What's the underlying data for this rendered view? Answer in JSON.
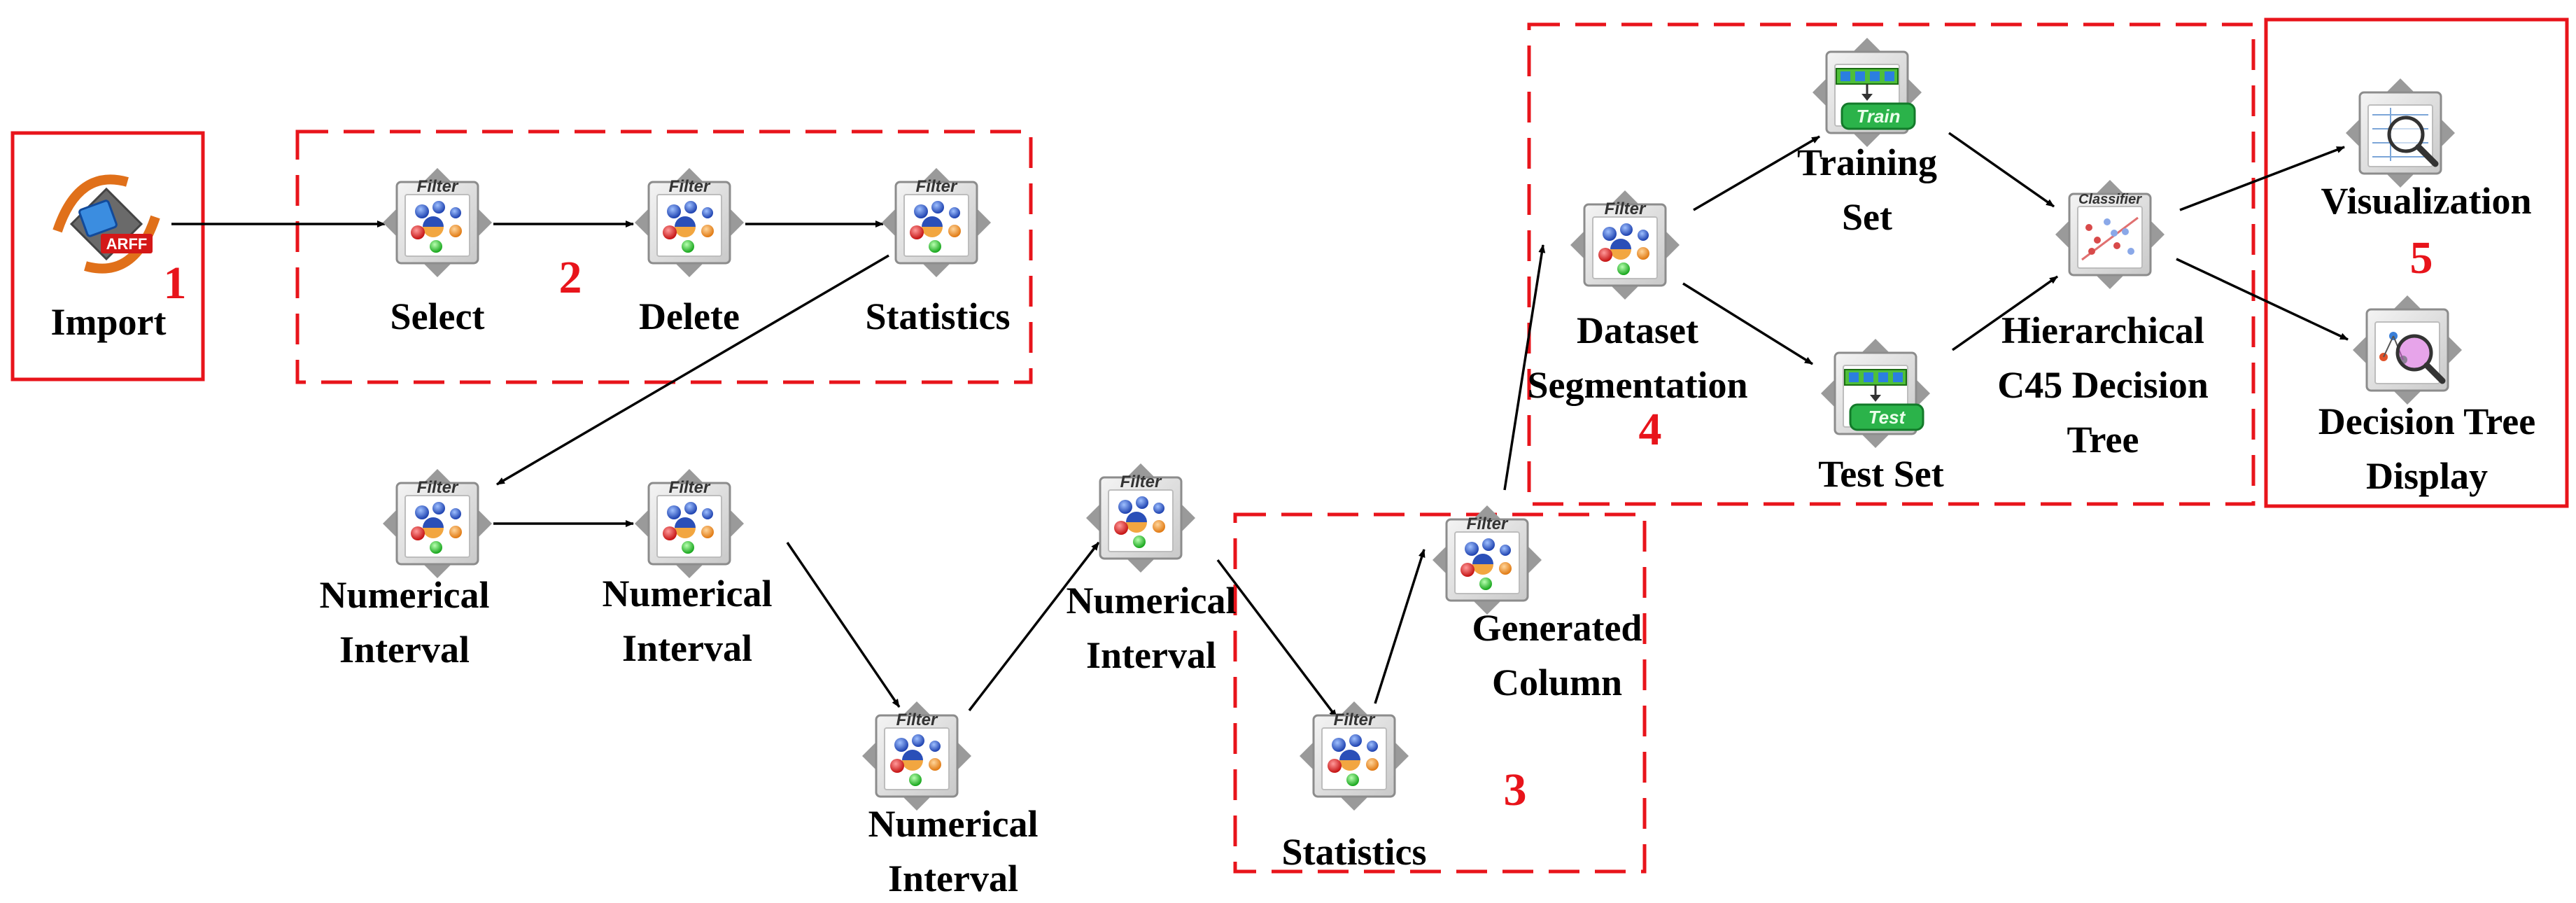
{
  "colors": {
    "box": "#e8141b",
    "arrow": "#000000",
    "label": "#000000"
  },
  "groups": [
    {
      "id": "g1",
      "number": "1",
      "style": "solid"
    },
    {
      "id": "g2",
      "number": "2",
      "style": "dashed"
    },
    {
      "id": "g3",
      "number": "3",
      "style": "dashed"
    },
    {
      "id": "g4",
      "number": "4",
      "style": "dashed"
    },
    {
      "id": "g5",
      "number": "5",
      "style": "solid"
    }
  ],
  "nodes": [
    {
      "id": "import",
      "icon": "arff-import-icon",
      "tag": "ARFF",
      "label": [
        "Import"
      ]
    },
    {
      "id": "select",
      "icon": "filter-icon",
      "tag": "Filter",
      "label": [
        "Select"
      ]
    },
    {
      "id": "delete",
      "icon": "filter-icon",
      "tag": "Filter",
      "label": [
        "Delete"
      ]
    },
    {
      "id": "statistics1",
      "icon": "filter-icon",
      "tag": "Filter",
      "label": [
        "Statistics"
      ]
    },
    {
      "id": "numint1",
      "icon": "filter-icon",
      "tag": "Filter",
      "label": [
        "Numerical",
        "Interval"
      ]
    },
    {
      "id": "numint2",
      "icon": "filter-icon",
      "tag": "Filter",
      "label": [
        "Numerical",
        "Interval"
      ]
    },
    {
      "id": "numint3",
      "icon": "filter-icon",
      "tag": "Filter",
      "label": [
        "Numerical",
        "Interval"
      ]
    },
    {
      "id": "numint4",
      "icon": "filter-icon",
      "tag": "Filter",
      "label": [
        "Numerical",
        "Interval"
      ]
    },
    {
      "id": "statistics2",
      "icon": "filter-icon",
      "tag": "Filter",
      "label": [
        "Statistics"
      ]
    },
    {
      "id": "gencol",
      "icon": "filter-icon",
      "tag": "Filter",
      "label": [
        "Generated",
        "Column"
      ]
    },
    {
      "id": "dataseg",
      "icon": "filter-icon",
      "tag": "Filter",
      "label": [
        "Dataset",
        "Segmentation"
      ]
    },
    {
      "id": "trainset",
      "icon": "train-icon",
      "tag": "Train",
      "label": [
        "Training",
        "Set"
      ]
    },
    {
      "id": "testset",
      "icon": "test-icon",
      "tag": "Test",
      "label": [
        "Test Set"
      ]
    },
    {
      "id": "c45",
      "icon": "classifier-icon",
      "tag": "Classifier",
      "label": [
        "Hierarchical",
        "C45 Decision",
        "Tree"
      ]
    },
    {
      "id": "visual",
      "icon": "visualization-icon",
      "tag": "",
      "label": [
        "Visualization"
      ]
    },
    {
      "id": "dtdisplay",
      "icon": "tree-display-icon",
      "tag": "",
      "label": [
        "Decision Tree",
        "Display"
      ]
    }
  ],
  "edges": [
    [
      "import",
      "select"
    ],
    [
      "select",
      "delete"
    ],
    [
      "delete",
      "statistics1"
    ],
    [
      "statistics1",
      "numint1"
    ],
    [
      "numint1",
      "numint2"
    ],
    [
      "numint2",
      "numint3"
    ],
    [
      "numint3",
      "numint4"
    ],
    [
      "numint4",
      "statistics2"
    ],
    [
      "statistics2",
      "gencol"
    ],
    [
      "gencol",
      "dataseg"
    ],
    [
      "dataseg",
      "trainset"
    ],
    [
      "dataseg",
      "testset"
    ],
    [
      "trainset",
      "c45"
    ],
    [
      "testset",
      "c45"
    ],
    [
      "c45",
      "visual"
    ],
    [
      "c45",
      "dtdisplay"
    ]
  ]
}
